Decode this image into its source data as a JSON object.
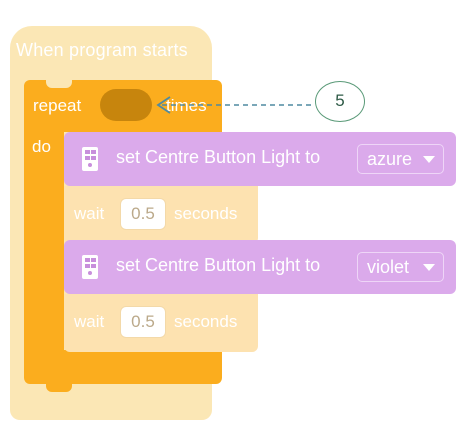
{
  "program": {
    "event_label": "When program starts",
    "repeat": {
      "label": "repeat",
      "count_slot_value": "",
      "times_label": "times",
      "do_label": "do"
    },
    "steps": [
      {
        "type": "set_light",
        "label": "set Centre Button Light to",
        "color_value": "azure",
        "icon": "hub-icon"
      },
      {
        "type": "wait",
        "label": "wait",
        "value": "0.5",
        "unit_label": "seconds"
      },
      {
        "type": "set_light",
        "label": "set Centre Button Light to",
        "color_value": "violet",
        "icon": "hub-icon"
      },
      {
        "type": "wait",
        "label": "wait",
        "value": "0.5",
        "unit_label": "seconds"
      }
    ]
  },
  "annotation": {
    "value": "5",
    "target": "repeat count slot"
  },
  "colors": {
    "event_block": "#fbe7b5",
    "control_block": "#fbad1e",
    "light_block": "#dbaaeb",
    "wait_block": "#fde2b0",
    "annotation_stroke": "#5a9a78"
  }
}
